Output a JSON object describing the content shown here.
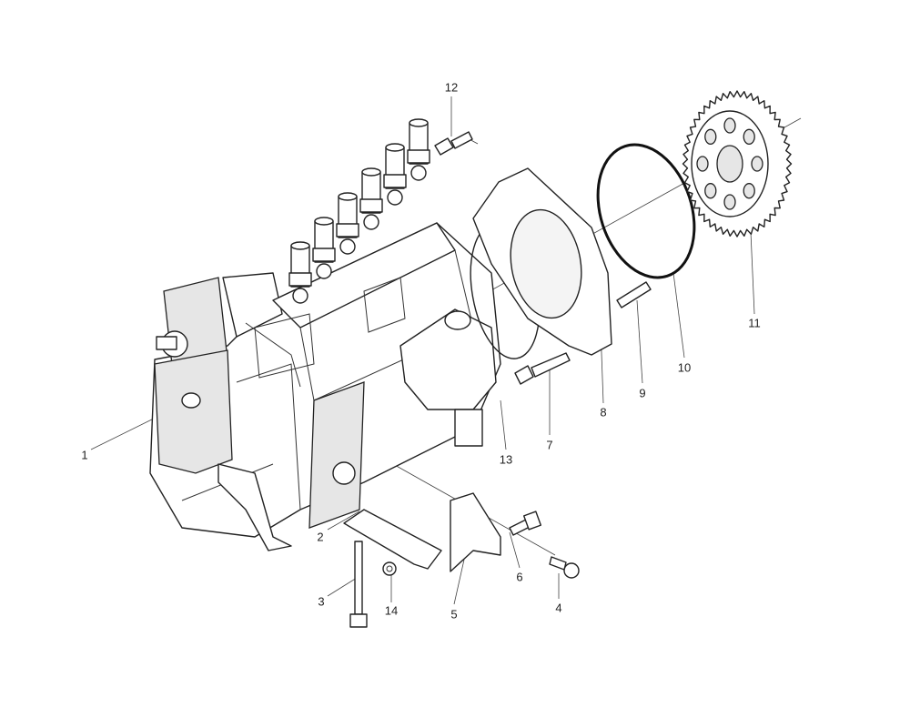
{
  "diagram": {
    "type": "exploded-parts-view",
    "callouts": [
      {
        "id": "c1",
        "text": "1"
      },
      {
        "id": "c2",
        "text": "2"
      },
      {
        "id": "c3",
        "text": "3"
      },
      {
        "id": "c4",
        "text": "4"
      },
      {
        "id": "c5",
        "text": "5"
      },
      {
        "id": "c6",
        "text": "6"
      },
      {
        "id": "c7",
        "text": "7"
      },
      {
        "id": "c8",
        "text": "8"
      },
      {
        "id": "c9",
        "text": "9"
      },
      {
        "id": "c10",
        "text": "10"
      },
      {
        "id": "c11",
        "text": "11"
      },
      {
        "id": "c12",
        "text": "12"
      },
      {
        "id": "c13",
        "text": "13"
      },
      {
        "id": "c14",
        "text": "14"
      }
    ]
  }
}
